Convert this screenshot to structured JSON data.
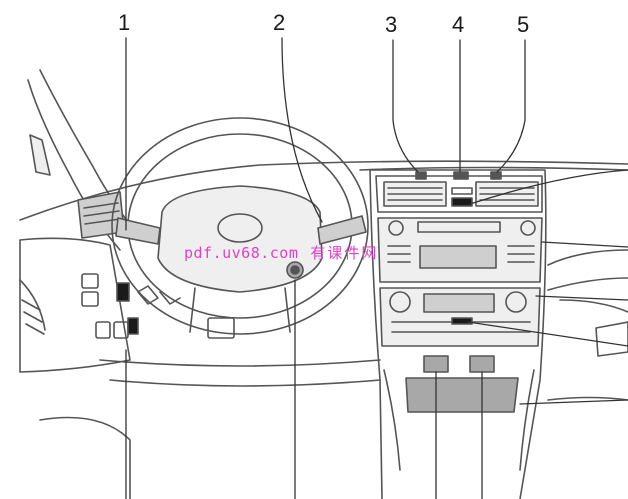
{
  "callouts": [
    {
      "id": "c1",
      "label": "1"
    },
    {
      "id": "c2",
      "label": "2"
    },
    {
      "id": "c3",
      "label": "3"
    },
    {
      "id": "c4",
      "label": "4"
    },
    {
      "id": "c5",
      "label": "5"
    }
  ],
  "watermark": {
    "latin": "pdf.uv68.com",
    "cjk": "有课件网"
  },
  "colors": {
    "line": "#555555",
    "fill_light": "#efefef",
    "fill_mid": "#cfcfcf",
    "fill_dark": "#a8a8a8",
    "watermark": "#e040c8"
  }
}
